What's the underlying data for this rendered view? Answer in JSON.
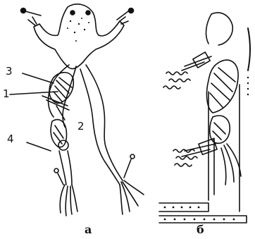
{
  "figure": {
    "labels": {
      "l1": "1",
      "l2": "2",
      "l3": "3",
      "l4": "4"
    },
    "captions": {
      "a": "а",
      "b": "б"
    }
  }
}
